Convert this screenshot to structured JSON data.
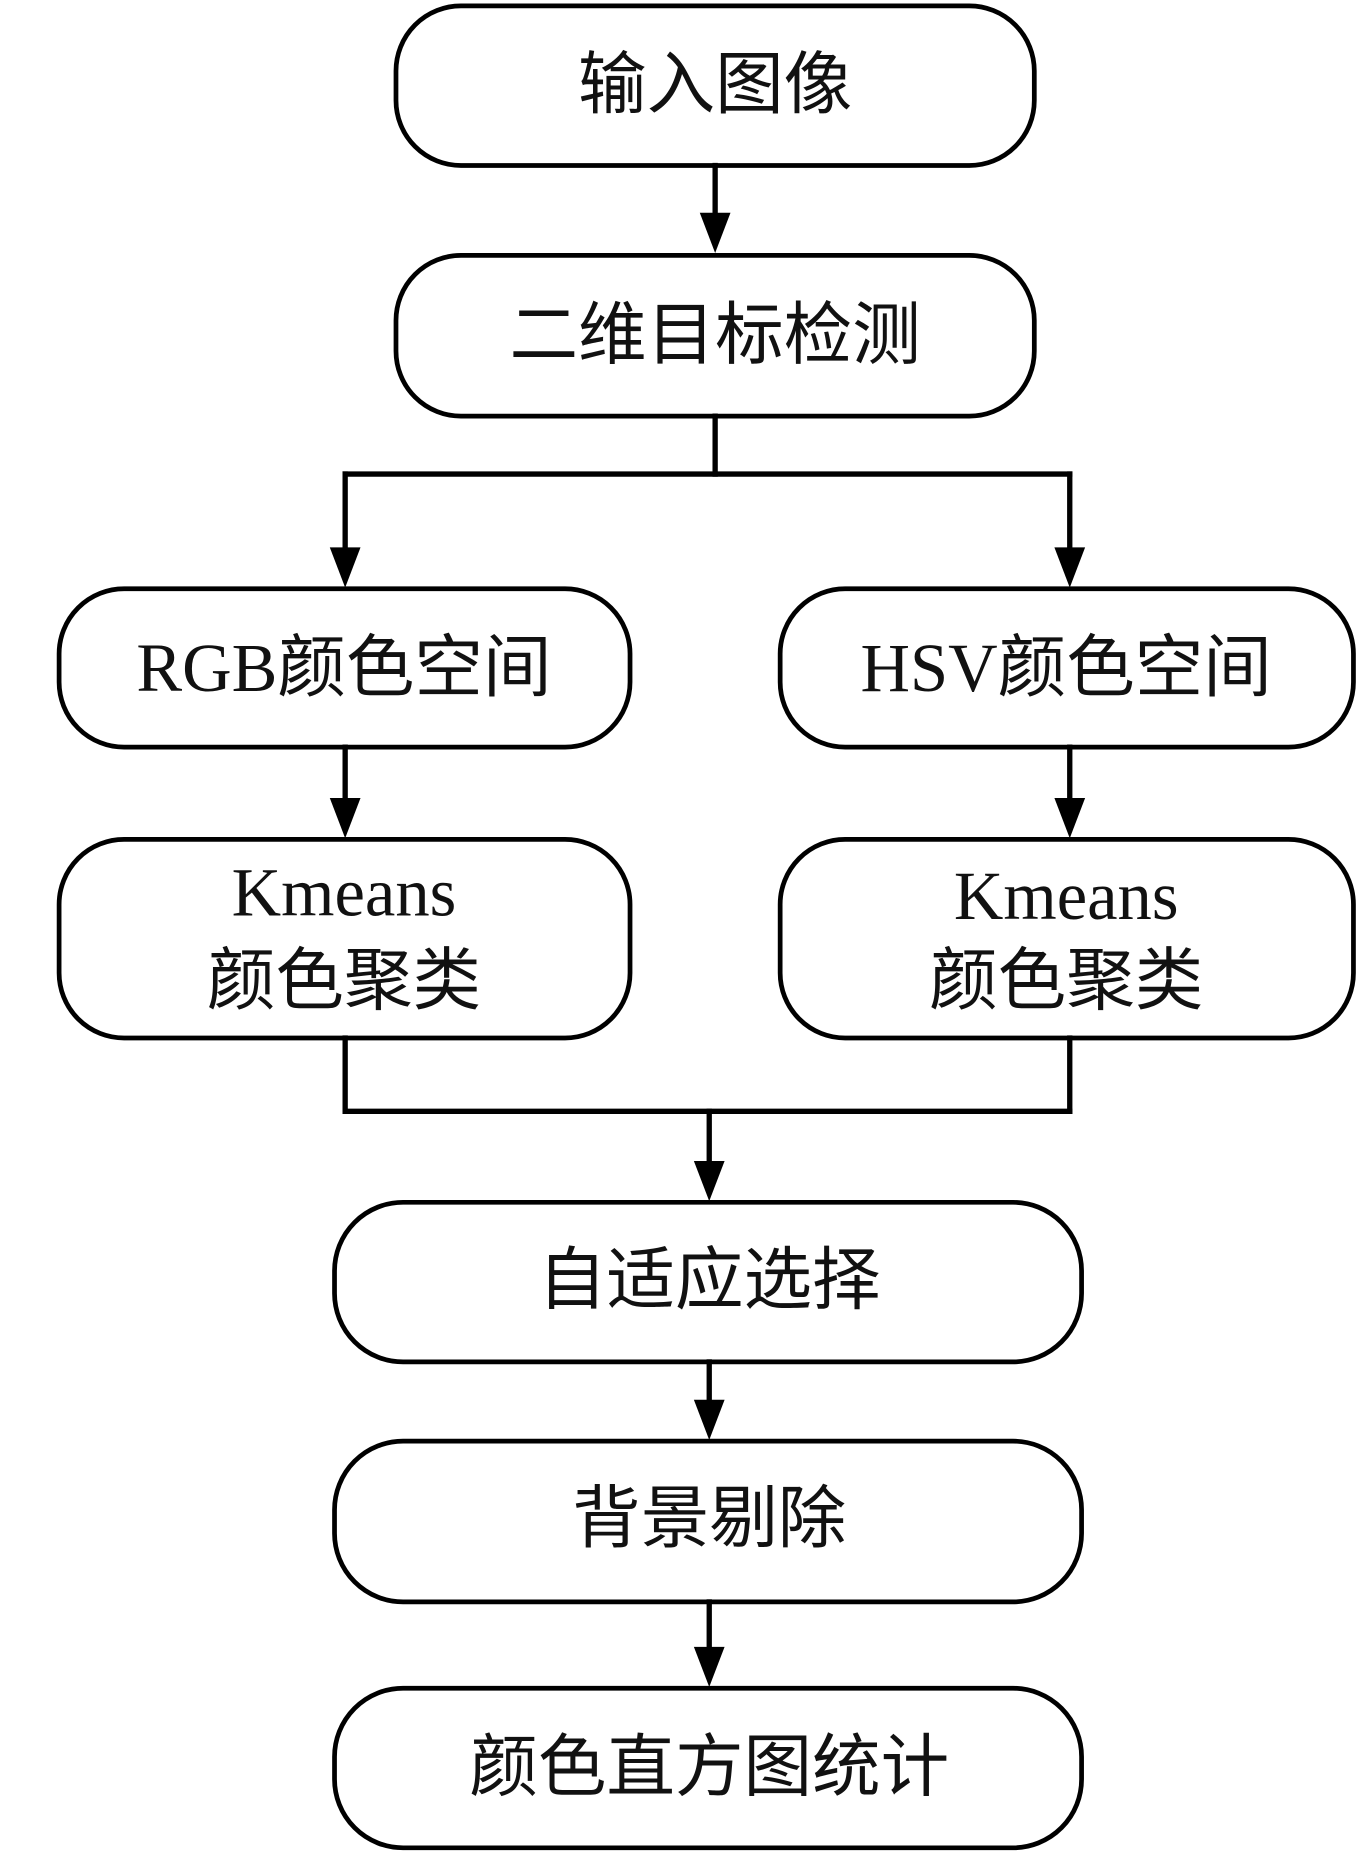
{
  "flowchart": {
    "nodes": {
      "input_image": "输入图像",
      "detection_2d": "二维目标检测",
      "rgb_space": "RGB颜色空间",
      "hsv_space": "HSV颜色空间",
      "kmeans_rgb": {
        "line1": "Kmeans",
        "line2": "颜色聚类"
      },
      "kmeans_hsv": {
        "line1": "Kmeans",
        "line2": "颜色聚类"
      },
      "adaptive_select": "自适应选择",
      "bg_removal": "背景剔除",
      "color_histogram": "颜色直方图统计"
    },
    "colors": {
      "stroke": "#000000",
      "fill": "#ffffff"
    }
  }
}
